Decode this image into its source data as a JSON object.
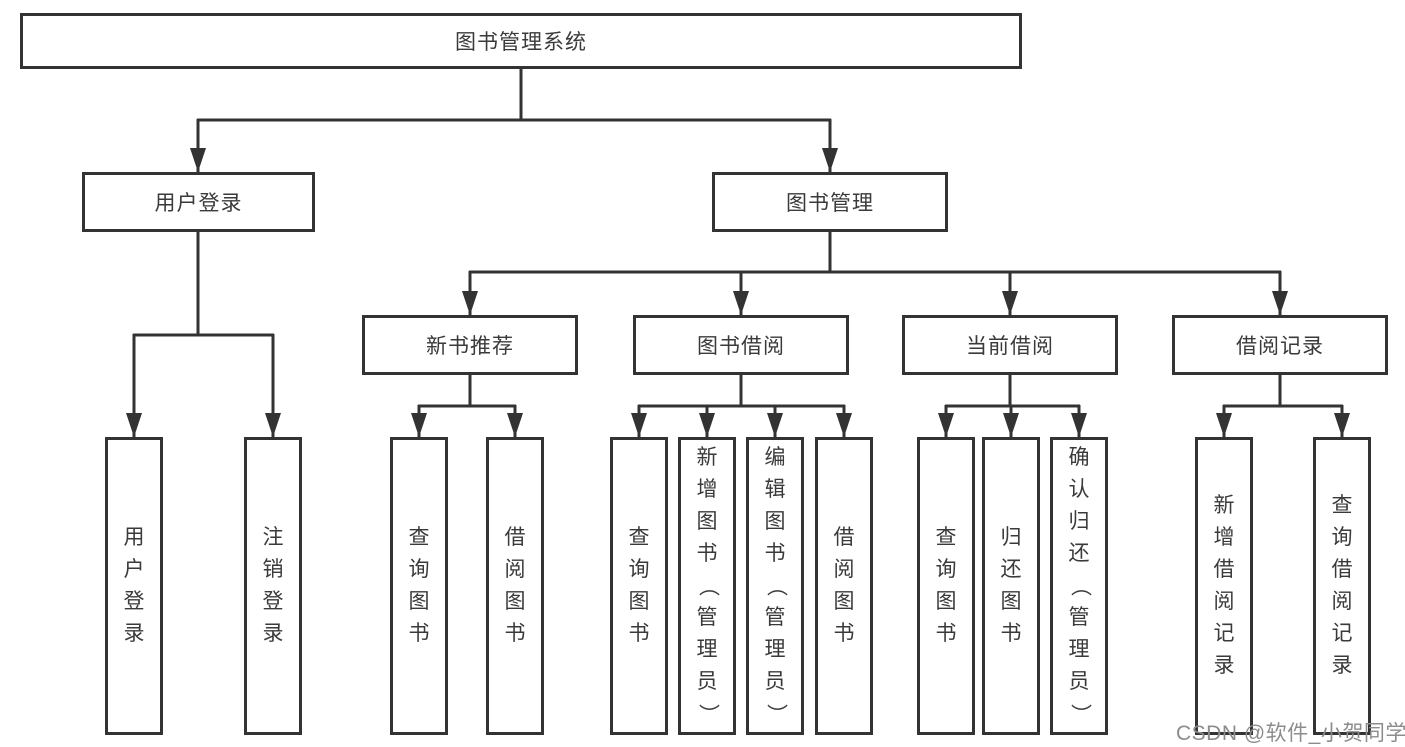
{
  "nodes": {
    "root": {
      "label": "图书管理系统"
    },
    "level1": [
      {
        "label": "用户登录"
      },
      {
        "label": "图书管理"
      }
    ],
    "level2": [
      {
        "label": "新书推荐",
        "parent": "图书管理"
      },
      {
        "label": "图书借阅",
        "parent": "图书管理"
      },
      {
        "label": "当前借阅",
        "parent": "图书管理"
      },
      {
        "label": "借阅记录",
        "parent": "图书管理"
      }
    ],
    "leaves": [
      {
        "label": "用户登录",
        "parent": "用户登录"
      },
      {
        "label": "注销登录",
        "parent": "用户登录"
      },
      {
        "label": "查询图书",
        "parent": "新书推荐"
      },
      {
        "label": "借阅图书",
        "parent": "新书推荐"
      },
      {
        "label": "查询图书",
        "parent": "图书借阅"
      },
      {
        "label": "新增图书（管理员）",
        "parent": "图书借阅"
      },
      {
        "label": "编辑图书（管理员）",
        "parent": "图书借阅"
      },
      {
        "label": "借阅图书",
        "parent": "图书借阅"
      },
      {
        "label": "查询图书",
        "parent": "当前借阅"
      },
      {
        "label": "归还图书",
        "parent": "当前借阅"
      },
      {
        "label": "确认归还（管理员）",
        "parent": "当前借阅"
      },
      {
        "label": "新增借阅记录",
        "parent": "借阅记录"
      },
      {
        "label": "查询借阅记录",
        "parent": "借阅记录"
      }
    ]
  },
  "watermark": {
    "text": "CSDN @软件_小贺同学"
  },
  "colors": {
    "line": "#333333",
    "text": "#3a3a3a",
    "box_background": "#ffffff",
    "page_background": "#ffffff",
    "watermark": "#8c8c8c"
  }
}
